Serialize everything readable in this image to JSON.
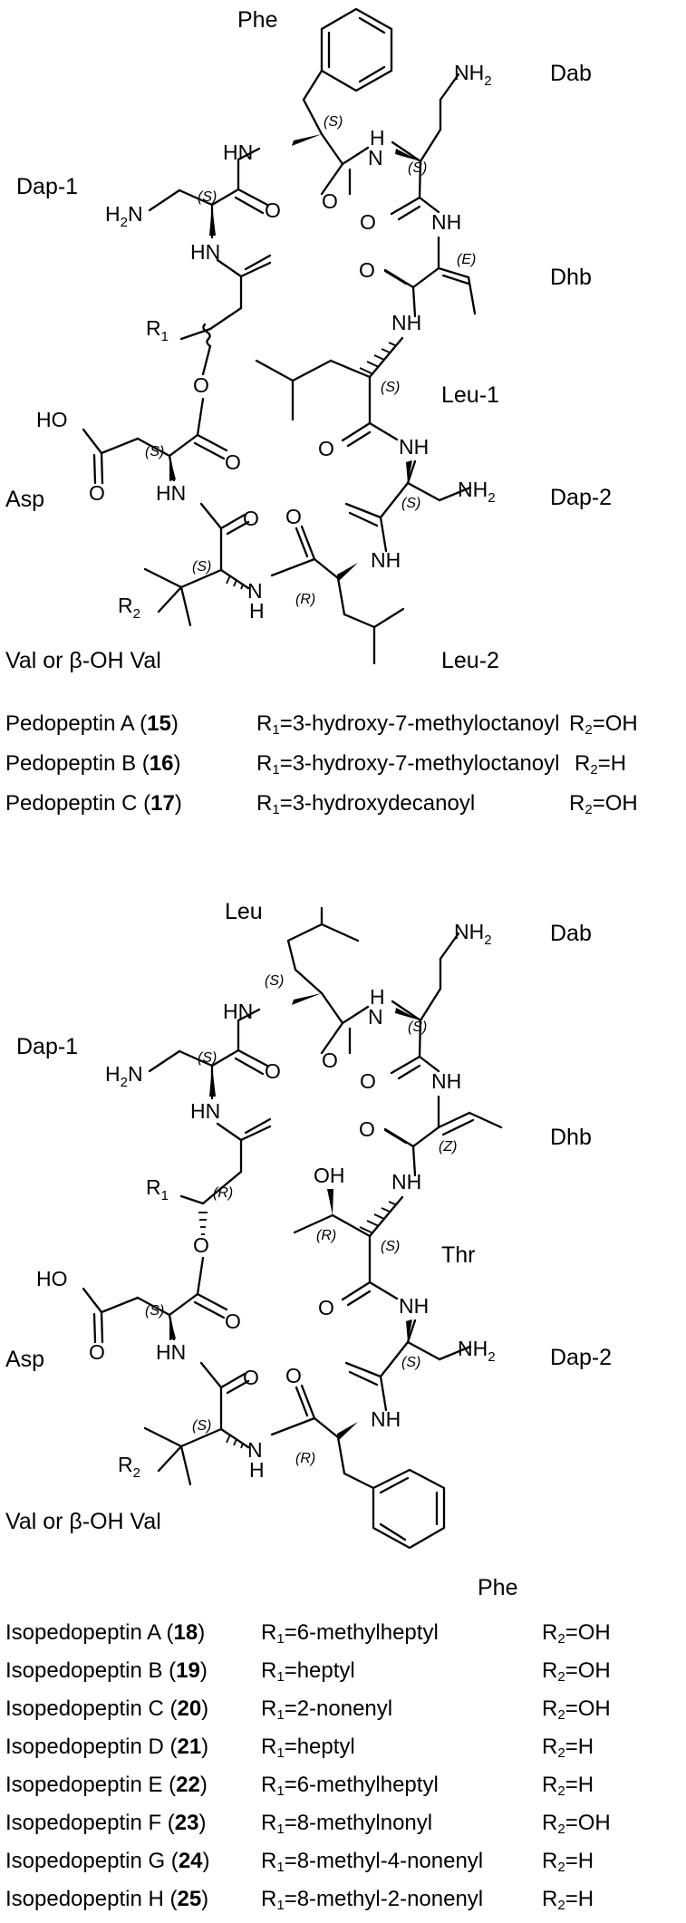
{
  "structure1": {
    "residues": {
      "phe": "Phe",
      "dab": "Dab",
      "dap1": "Dap-1",
      "dhb": "Dhb",
      "leu1": "Leu-1",
      "asp": "Asp",
      "dap2": "Dap-2",
      "val": "Val or β-OH Val",
      "leu2": "Leu-2"
    },
    "compounds": [
      {
        "name": "Pedopeptin A",
        "number": "15",
        "r1": "3-hydroxy-7-methyloctanoyl",
        "r2": "OH"
      },
      {
        "name": "Pedopeptin B",
        "number": "16",
        "r1": "3-hydroxy-7-methyloctanoyl",
        "r2": "H"
      },
      {
        "name": "Pedopeptin C",
        "number": "17",
        "r1": "3-hydroxydecanoyl",
        "r2": "OH"
      }
    ]
  },
  "structure2": {
    "residues": {
      "leu": "Leu",
      "dab": "Dab",
      "dap1": "Dap-1",
      "dhb": "Dhb",
      "thr": "Thr",
      "asp": "Asp",
      "dap2": "Dap-2",
      "val": "Val or β-OH Val",
      "phe": "Phe"
    },
    "compounds": [
      {
        "name": "Isopedopeptin A",
        "number": "18",
        "r1": "6-methylheptyl",
        "r2": "OH"
      },
      {
        "name": "Isopedopeptin B",
        "number": "19",
        "r1": "heptyl",
        "r2": "OH"
      },
      {
        "name": "Isopedopeptin C",
        "number": "20",
        "r1": "2-nonenyl",
        "r2": "OH"
      },
      {
        "name": "Isopedopeptin D",
        "number": "21",
        "r1": "heptyl",
        "r2": "H"
      },
      {
        "name": "Isopedopeptin E",
        "number": "22",
        "r1": "6-methylheptyl",
        "r2": "H"
      },
      {
        "name": "Isopedopeptin F",
        "number": "23",
        "r1": "8-methylnonyl",
        "r2": "OH"
      },
      {
        "name": "Isopedopeptin G",
        "number": "24",
        "r1": "8-methyl-4-nonenyl",
        "r2": "H"
      },
      {
        "name": "Isopedopeptin H",
        "number": "25",
        "r1": "8-methyl-2-nonenyl",
        "r2": "H"
      }
    ]
  }
}
